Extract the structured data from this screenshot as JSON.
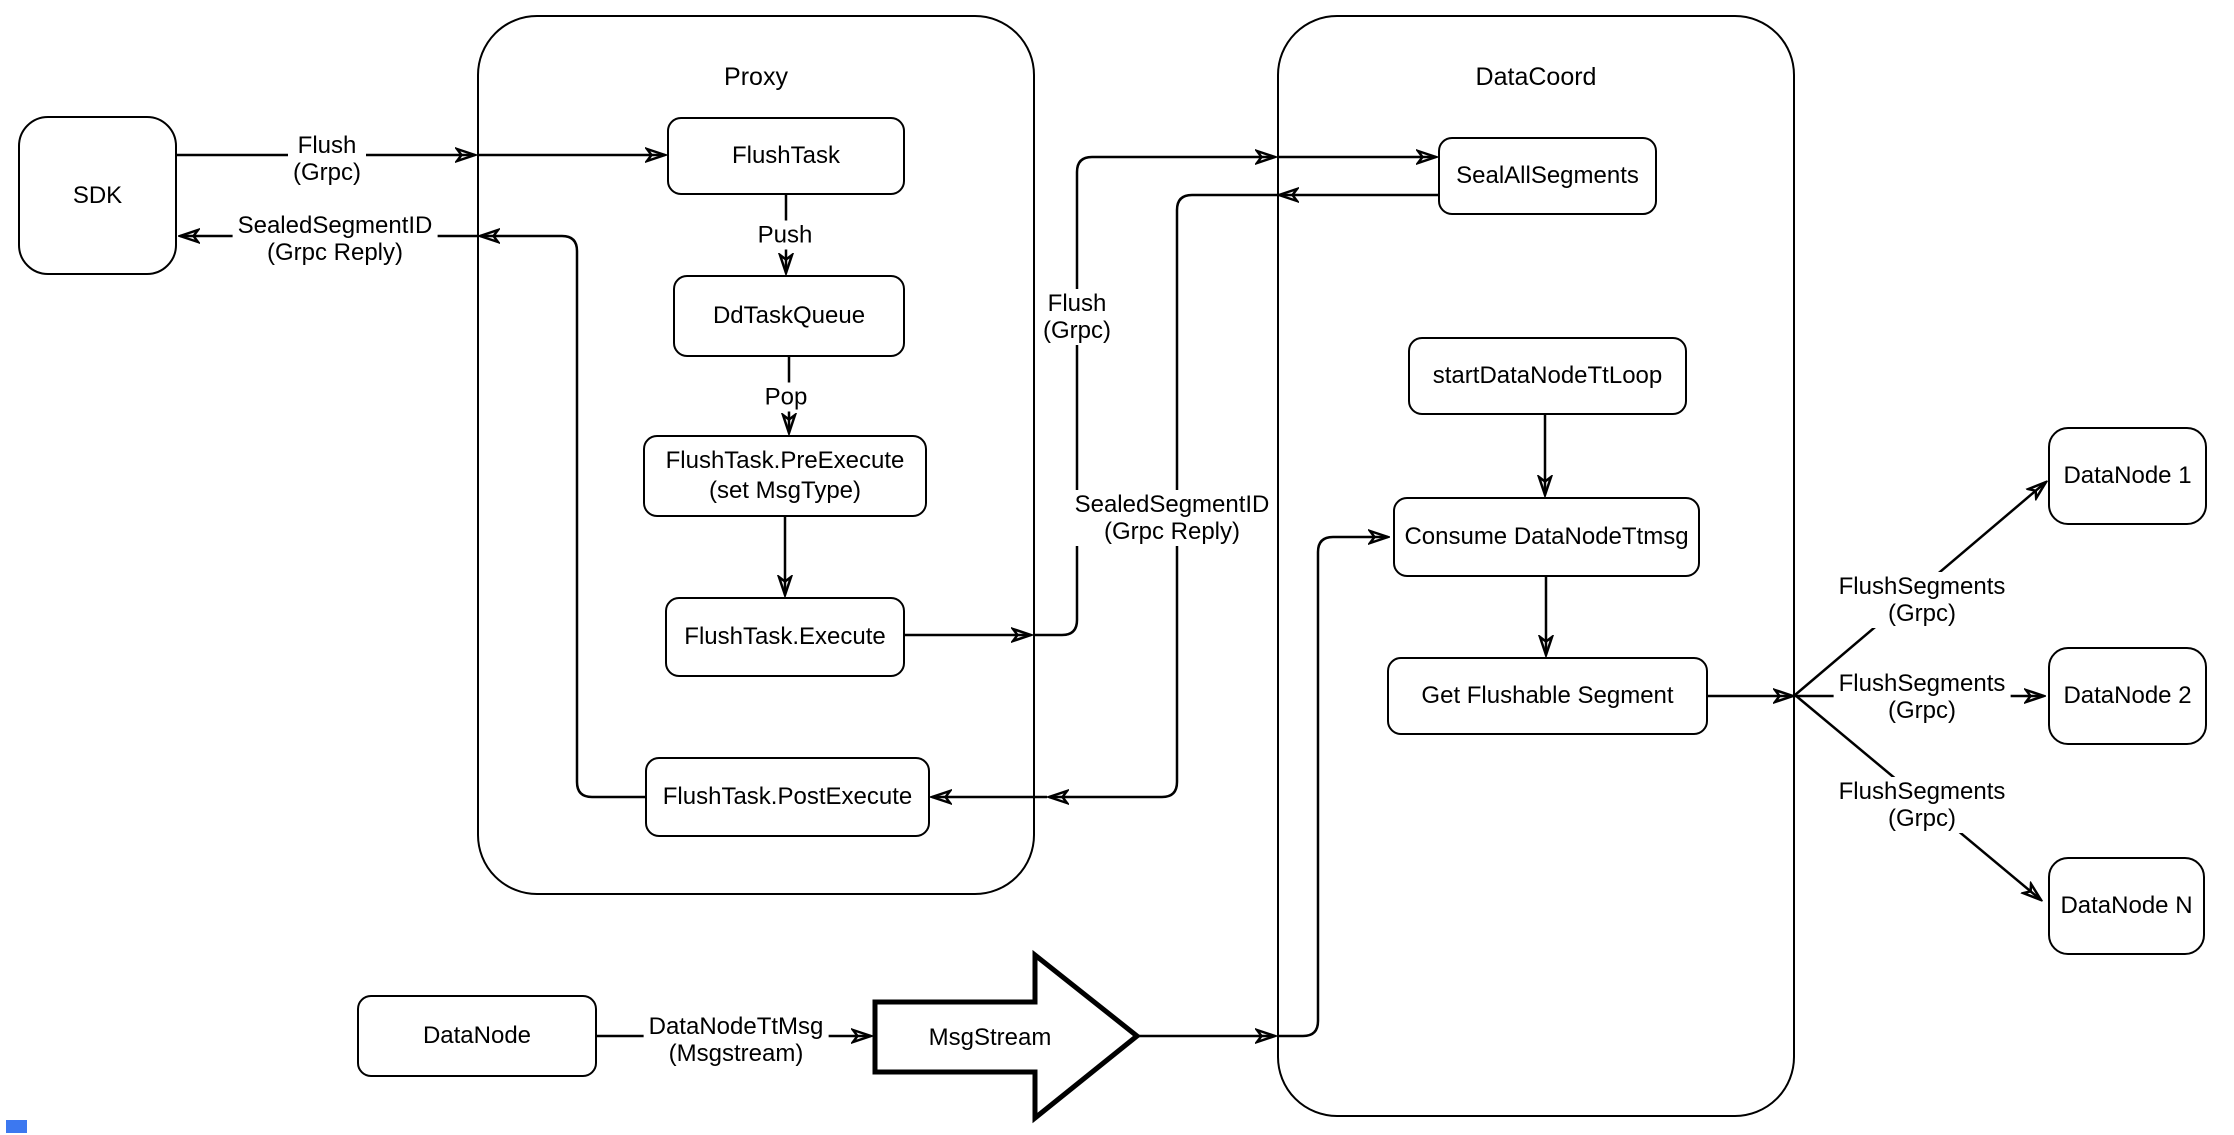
{
  "colors": {
    "stroke": "#000000",
    "background": "#ffffff",
    "artifact_blue": "#3c78f0"
  },
  "containers": {
    "proxy": {
      "title": "Proxy"
    },
    "datacoord": {
      "title": "DataCoord"
    }
  },
  "nodes": {
    "sdk": {
      "label": "SDK"
    },
    "flush_task": {
      "label": "FlushTask"
    },
    "dd_task_queue": {
      "label": "DdTaskQueue"
    },
    "pre_execute": {
      "line1": "FlushTask.PreExecute",
      "line2": "(set MsgType)"
    },
    "execute": {
      "label": "FlushTask.Execute"
    },
    "post_execute": {
      "label": "FlushTask.PostExecute"
    },
    "seal_all_segments": {
      "label": "SealAllSegments"
    },
    "start_data_node_tt_loop": {
      "label": "startDataNodeTtLoop"
    },
    "consume_data_node_ttmsg": {
      "label": "Consume DataNodeTtmsg"
    },
    "get_flushable_segment": {
      "label": "Get Flushable Segment"
    },
    "data_node_1": {
      "label": "DataNode 1"
    },
    "data_node_2": {
      "label": "DataNode 2"
    },
    "data_node_n": {
      "label": "DataNode N"
    },
    "data_node": {
      "label": "DataNode"
    },
    "msg_stream": {
      "label": "MsgStream"
    }
  },
  "edge_labels": {
    "flush_sdk": {
      "line1": "Flush",
      "line2": "(Grpc)"
    },
    "sealed_sdk": {
      "line1": "SealedSegmentID",
      "line2": "(Grpc Reply)"
    },
    "push": {
      "line1": "Push"
    },
    "pop": {
      "line1": "Pop"
    },
    "flush_dc": {
      "line1": "Flush",
      "line2": "(Grpc)"
    },
    "sealed_dc": {
      "line1": "SealedSegmentID",
      "line2": "(Grpc Reply)"
    },
    "flush_segments_1": {
      "line1": "FlushSegments",
      "line2": "(Grpc)"
    },
    "flush_segments_2": {
      "line1": "FlushSegments",
      "line2": "(Grpc)"
    },
    "flush_segments_3": {
      "line1": "FlushSegments",
      "line2": "(Grpc)"
    },
    "data_node_tt_msg": {
      "line1": "DataNodeTtMsg",
      "line2": "(Msgstream)"
    }
  }
}
